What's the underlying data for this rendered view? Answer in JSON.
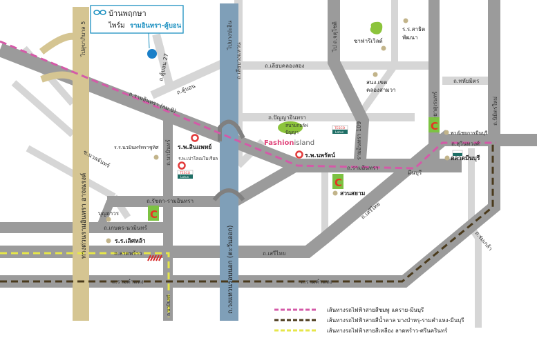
{
  "callout": {
    "line1": "บ้านพฤกษา",
    "line2a": "ไพร์ม",
    "line2b": "รามอินทรา-คู้บอน",
    "accent": "#1a8fc0"
  },
  "roads": {
    "sukhapiban5": "ไปสุขาภิบาล 5",
    "expressway": "ทางด่วนรามอินทรา อาจณรงค์",
    "khubon27": "ถ.คู้บอน 27",
    "khubon": "ถ.คู้บอน",
    "ramintra_km8": "ถ.รามอินทรา (กม.8)",
    "bangpain": "ไปบางปะอิน",
    "liap_wongwaen": "ถ.เลียบวงแหวน",
    "liap_khlongsong": "ถ.เลียบคลองสอง",
    "chatuchot": "ไป ถ.จตุโชติ",
    "thahanmit": "ถ.ทหัยมิตร",
    "phraya": "ถ.พระยาสุเรนทร์",
    "nimitmai": "ถ.นิมิตรใหม่",
    "panya": "ถ.ปัญญาอินทรา",
    "ramintra109": "รามอินทรา 109",
    "ramintra": "ถ.รามอินทรา",
    "minburi": "มีนบุรี",
    "suwinthawong": "ถ.สุวินทวงศ์",
    "serithai_diag": "ถ.เสรีไทย",
    "serithai": "ถ.เสรีไทย",
    "romklao": "ถ.ร่มเกล้า",
    "ramkhamhaeng_w": "ถ.รามคำแหง",
    "ramkhamhaeng_e": "ถ.รามคำแหง",
    "nawamin": "ถ.นวมินทร์",
    "nuanchan": "ซ.นวลจันทร์",
    "ratchada": "ถ.รัชดา-รามอินทรา",
    "kaset": "ถ.เกษตร-นวมินทร์",
    "latphrao": "ถ.ลาดพร้าว",
    "nawamin_s": "ถ.นวมินทร์",
    "ringroad": "ถ.วงแหวนรอบนอก (ตะวันออก)"
  },
  "places": {
    "safari": "ซาฟารีเวิลด์",
    "satit1": "ร.ร.สาธิต",
    "satit2": "พัฒนา",
    "district1": "สนง.เขต",
    "district2": "คลองสามวา",
    "golf1": "สนามกอล์ฟ",
    "golf2": "ปัญญา",
    "fashion_a": "Fashion",
    "fashion_b": "island",
    "nopparat": "ร.พ.นพรัตน์",
    "panich": "พาณิชยการมีนบุรี",
    "market": "ตลาดมีนบุรี",
    "siampark": "สวนสยาม",
    "school_nawamin": "ร.ร.นวมินทร์ทราชูทิศ",
    "synphaet": "ร.พ.สินแพทย์",
    "paolo": "ร.พ.เปาโลเมโมเรียล",
    "boonthavorn": "บุญถาวร",
    "lertla": "ร.ร.เลิศหล้า",
    "tesco1": "TESCO",
    "tesco2": "Lotus"
  },
  "legend": [
    {
      "label": "เส้นทางรถไฟฟ้าสายสีชมพู แคราย-มีนบุรี",
      "color": "#d45aa8"
    },
    {
      "label": "เส้นทางรถไฟฟ้าสายสีน้ำตาล บางบำหรุ-รามคำแหง-มีนบุรี",
      "color": "#4a3a1c"
    },
    {
      "label": "เส้นทางรถไฟฟ้าสายสีเหลือง ลาดพร้าว-ศรีนครินทร์",
      "color": "#e6e64a"
    }
  ],
  "colors": {
    "road": "#9b9b9b",
    "light_road": "#d6d6d6",
    "ring": "#7f9fb8",
    "expressway": "#d5c592",
    "pink": "#d45aa8",
    "brown": "#4a3a1c",
    "yellow": "#e6e64a"
  }
}
